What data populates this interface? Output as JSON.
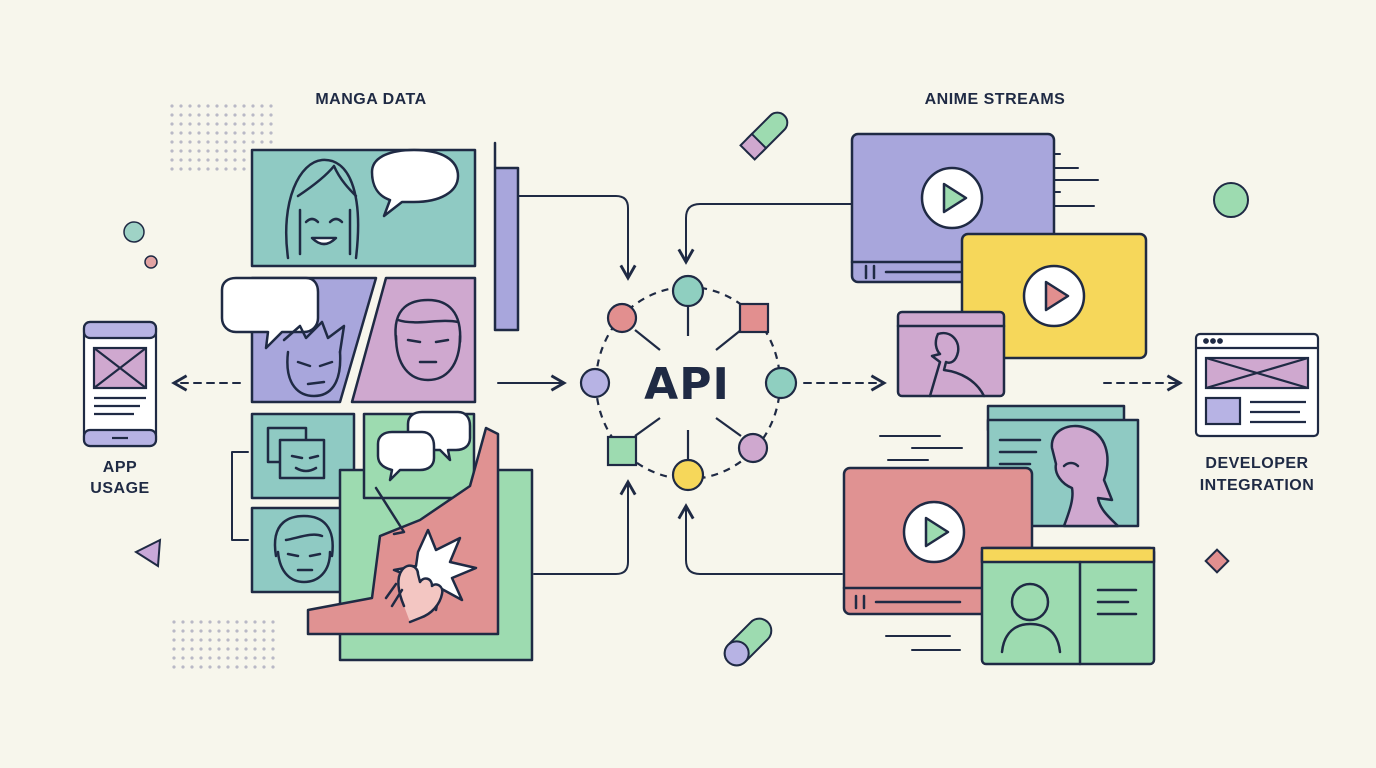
{
  "labels": {
    "manga": "MANGA DATA",
    "anime": "ANIME STREAMS",
    "app_line1": "APP",
    "app_line2": "USAGE",
    "dev_line1": "DEVELOPER",
    "dev_line2": "INTEGRATION",
    "api": "API"
  },
  "colors": {
    "background": "#f7f6ec",
    "ink": "#1f2a44",
    "teal": "#8fcac3",
    "lavender": "#a8a6dc",
    "mauve": "#cfa8cf",
    "pink": "#e09292",
    "green": "#9ddbb0",
    "yellow": "#f6d75a",
    "node_teal": "#8fcfc0",
    "node_pink": "#e28f8f",
    "node_lavender": "#b7b3e4",
    "node_yellow": "#f6d75a",
    "node_mauve": "#cfa8cf",
    "node_green": "#9ddbb0"
  },
  "icons": [
    "phone-wireframe-icon",
    "browser-wireframe-icon",
    "play-icon",
    "speech-bubble-icon",
    "impact-burst-icon",
    "person-icon"
  ]
}
